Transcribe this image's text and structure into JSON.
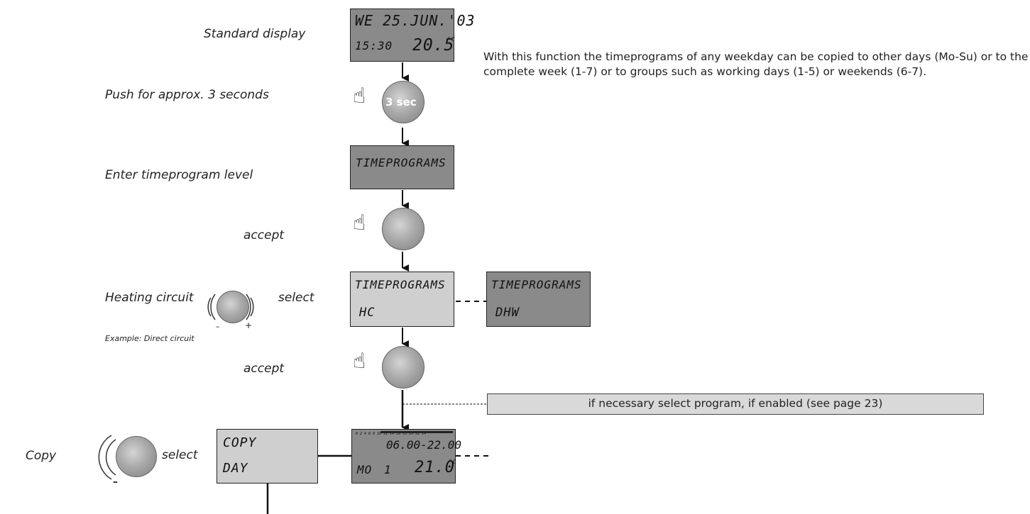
{
  "description": "With this function the timeprograms of any weekday can be copied to other days (Mo-Su) or to the complete week (1-7) or to groups such as working days  (1-5) or weekends (6-7).",
  "steps": {
    "standard_display": "Standard display",
    "push_3sec": "Push for approx. 3 seconds",
    "enter_level": "Enter timeprogram level",
    "accept_1": "accept",
    "heating_circuit": "Heating circuit",
    "select_1": "select",
    "example": "Example: Direct circuit",
    "accept_2": "accept",
    "copy": "Copy",
    "select_2": "select"
  },
  "knobs": {
    "three_sec": "3 sec",
    "minus": "–",
    "plus": "+"
  },
  "displays": {
    "standard": {
      "line1": "WE 25.JUN.'03",
      "time": "15:30",
      "temp": "20.5",
      "unit": "°C"
    },
    "timeprograms": {
      "text": "TIMEPROGRAMS"
    },
    "hc": {
      "line1": "TIMEPROGRAMS",
      "line2": "HC"
    },
    "dhw": {
      "line1": "TIMEPROGRAMS",
      "line2": "DHW"
    },
    "copy": {
      "line1": "COPY",
      "line2": "DAY"
    },
    "program": {
      "scale": "0 2 4 6 8 10 12 14 16 18 20 22 24",
      "range": "06.00-22.00",
      "day": "MO",
      "daynum": "1",
      "temp": "21.0",
      "unit": "°C"
    }
  },
  "note": "if necessary select program, if enabled (see page 23)"
}
